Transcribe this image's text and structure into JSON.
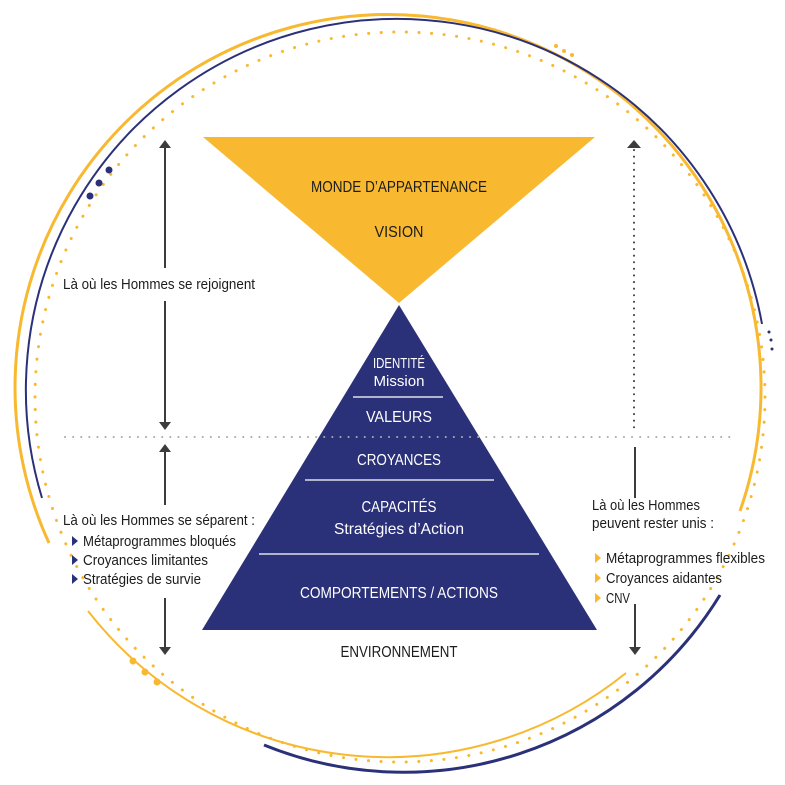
{
  "colors": {
    "yellow": "#F8B931",
    "navy": "#2B3178",
    "text": "#1C1C1C",
    "arrow": "#3C3C3C",
    "dotted_line": "#AAAAAA"
  },
  "top_triangle": {
    "title": "MONDE D’APPARTENANCE",
    "subtitle": "VISION"
  },
  "pyramid": {
    "identity": "IDENTITÉ",
    "mission": "Mission",
    "values": "VALEURS",
    "beliefs": "CROYANCES",
    "capabilities": "CAPACITÉS",
    "strategies": "Stratégies d’Action",
    "behaviours": "COMPORTEMENTS / ACTIONS"
  },
  "base_label": "ENVIRONNEMENT",
  "left": {
    "join_label": "Là où les Hommes se rejoignent",
    "separate": {
      "title": "Là où les Hommes se séparent :",
      "items": [
        "Métaprogrammes bloqués",
        "Croyances limitantes",
        "Stratégies de survie"
      ],
      "bullet_icon": "triangle-right-navy"
    }
  },
  "right": {
    "united": {
      "title_line1": "Là où les Hommes",
      "title_line2": "peuvent rester unis :",
      "items": [
        "Métaprogrammes flexibles",
        "Croyances aidantes",
        "CNV"
      ],
      "bullet_icon": "triangle-right-yellow"
    }
  }
}
